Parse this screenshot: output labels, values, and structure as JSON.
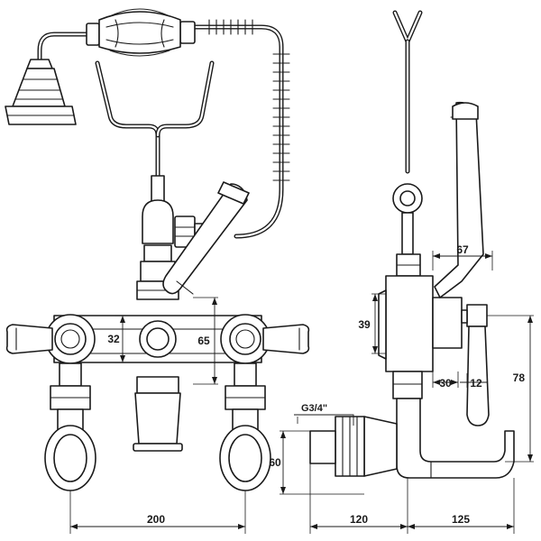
{
  "dimensions": {
    "front_width": "200",
    "front_inner_height": "32",
    "front_outer_height": "65",
    "side_lever": "67",
    "side_body_height": "39",
    "side_inlet_offset": "30",
    "side_handle": "12",
    "side_height": "78",
    "thread_size": "G3/4\"",
    "inlet_height": "60",
    "base_depth": "120",
    "spout_reach": "125"
  }
}
